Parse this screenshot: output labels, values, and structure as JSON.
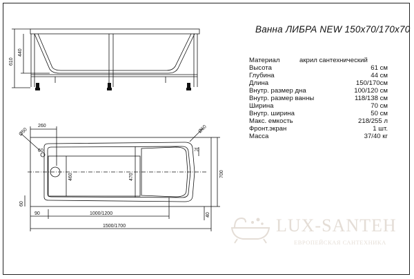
{
  "title": "Ванна ЛИБРА NEW 150х70/170х70",
  "specs": [
    {
      "name": "Материал",
      "value": "акрил сантехнический"
    },
    {
      "name": "Высота",
      "value": "61 см"
    },
    {
      "name": "Глубина",
      "value": "44 см"
    },
    {
      "name": "Длина",
      "value": "150/170см"
    },
    {
      "name": "Внутр. размер дна",
      "value": "100/120 см"
    },
    {
      "name": "Внутр. размер ванны",
      "value": "118/138 см"
    },
    {
      "name": "Ширина",
      "value": "70 см"
    },
    {
      "name": "Внутр. ширина",
      "value": "50 см"
    },
    {
      "name": "Макс. емкость",
      "value": "218/255 л"
    },
    {
      "name": "Фронт.экран",
      "value": "1 шт."
    },
    {
      "name": "Масса",
      "value": "37/40 кг"
    }
  ],
  "dims": {
    "h610": "610",
    "h440": "440",
    "d50": "Ø50",
    "d260": "260",
    "d60a": "Ø60",
    "d60b": "60",
    "d70": "70",
    "d460": "460",
    "d470": "470",
    "d700": "700",
    "d60c": "60",
    "d90": "90",
    "d40": "40",
    "d1000": "1000/1200",
    "d1500": "1500/1700"
  },
  "logo": {
    "name": "LUX-SANTEH",
    "tagline": "ЕВРОПЕЙСКАЯ САНТЕХНИКА"
  }
}
